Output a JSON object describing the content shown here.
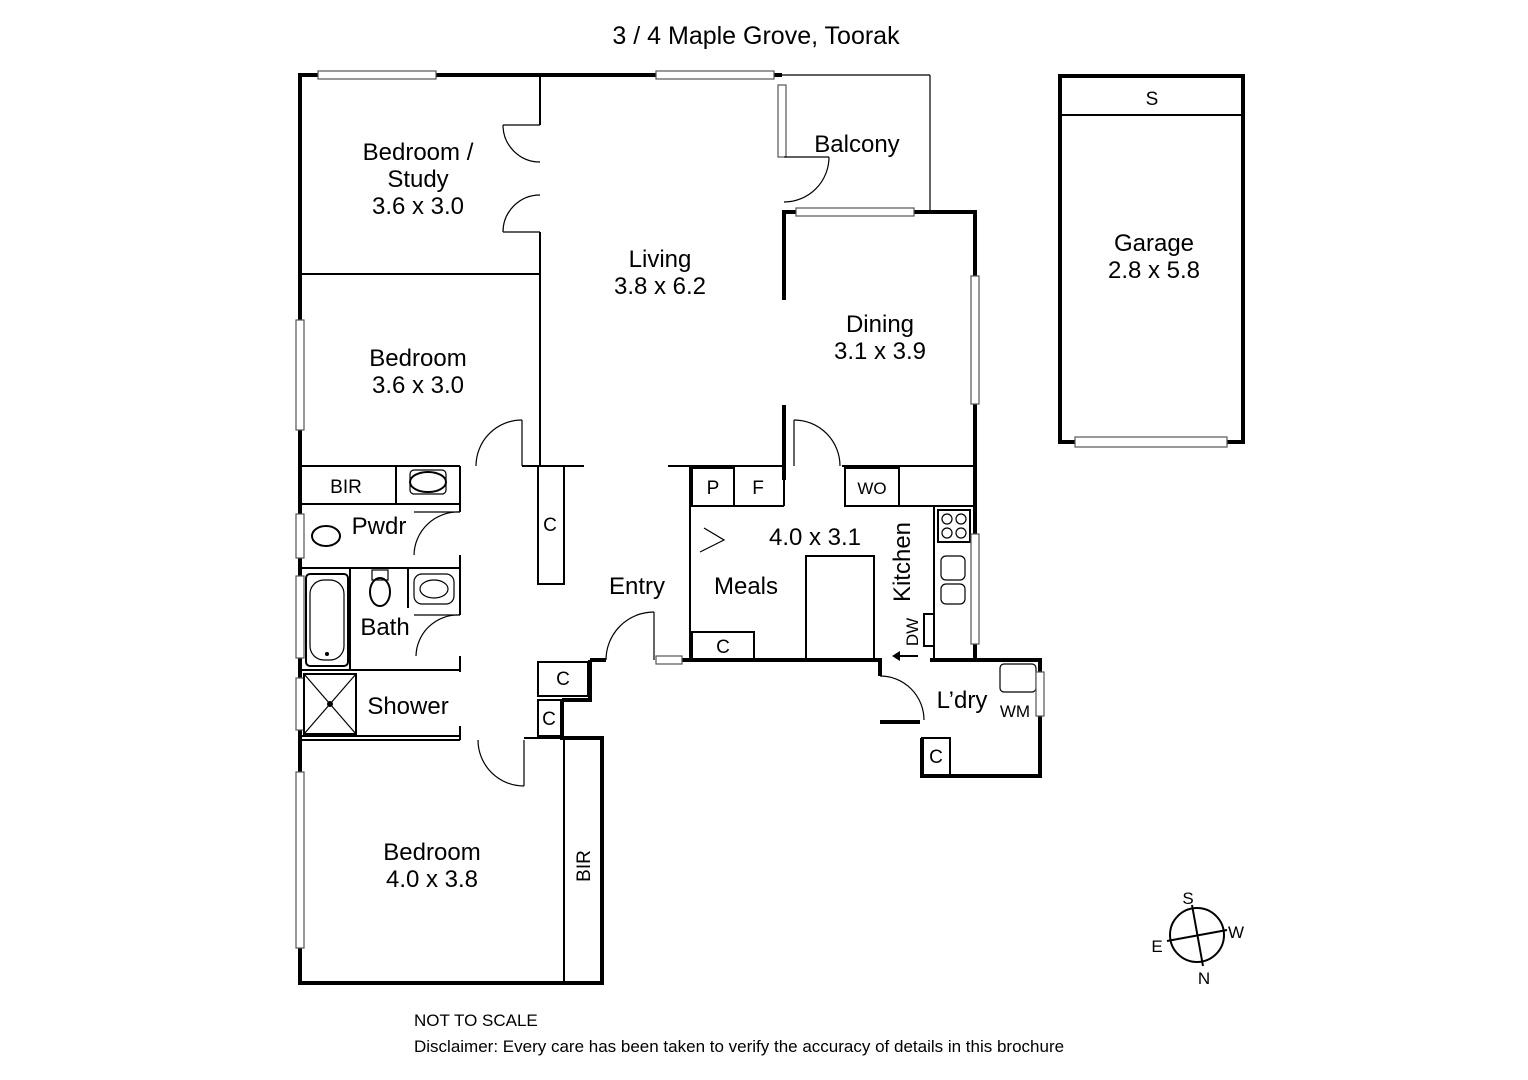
{
  "title": "3 / 4 Maple Grove, Toorak",
  "rooms": {
    "bed_study": {
      "name1": "Bedroom /",
      "name2": "Study",
      "size": "3.6 x 3.0"
    },
    "living": {
      "name": "Living",
      "size": "3.8 x 6.2"
    },
    "balcony": {
      "name": "Balcony"
    },
    "dining": {
      "name": "Dining",
      "size": "3.1 x 3.9"
    },
    "bedroom2": {
      "name": "Bedroom",
      "size": "3.6 x 3.0"
    },
    "bedroom3": {
      "name": "Bedroom",
      "size": "4.0 x 3.8"
    },
    "garage": {
      "name": "Garage",
      "size": "2.8 x 5.8"
    },
    "meals": {
      "name": "Meals",
      "size": "4.0 x 3.1"
    },
    "kitchen": {
      "name": "Kitchen"
    },
    "entry": {
      "name": "Entry"
    },
    "pwdr": {
      "name": "Pwdr"
    },
    "bath": {
      "name": "Bath"
    },
    "shower": {
      "name": "Shower"
    },
    "laundry": {
      "name": "L’dry"
    }
  },
  "fixtures": {
    "bir_top": "BIR",
    "bir_side": "BIR",
    "cupboard": "C",
    "pantry": "P",
    "fridge": "F",
    "wall_oven": "WO",
    "dishwasher": "DW",
    "washing_machine": "WM",
    "storage": "S"
  },
  "compass": {
    "s": "S",
    "w": "W",
    "e": "E",
    "n": "N"
  },
  "notes": {
    "scale": "NOT TO SCALE",
    "disclaimer": "Disclaimer: Every care has been taken to verify the accuracy of details in this brochure"
  }
}
